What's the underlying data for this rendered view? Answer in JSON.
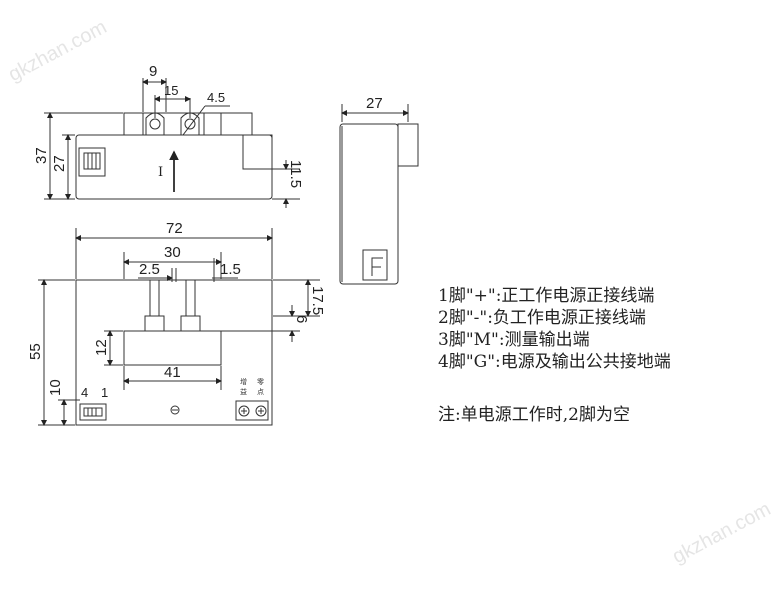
{
  "watermark": "gkzhan.com",
  "front_view": {
    "dims": {
      "d9": "9",
      "d15": "15",
      "d4_5": "4.5",
      "d37": "37",
      "d27": "27",
      "d11_5": "11.5"
    },
    "current_label": "I"
  },
  "side_view": {
    "dims": {
      "d27": "27"
    }
  },
  "bottom_view": {
    "dims": {
      "d72": "72",
      "d30": "30",
      "d2_5": "2.5",
      "d1_5": "1.5",
      "d17_5": "17.5",
      "d6": "6",
      "d55": "55",
      "d12": "12",
      "d41": "41",
      "d10": "10",
      "pin4": "4",
      "pin1": "1"
    },
    "pot_labels": {
      "gain_top": "增",
      "gain_bottom": "益",
      "zero_top": "零",
      "zero_bottom": "点"
    }
  },
  "legend": [
    "1脚\"+\":正工作电源正接线端",
    "2脚\"-\":负工作电源正接线端",
    "3脚\"M\":测量输出端",
    "4脚\"G\":电源及输出公共接地端"
  ],
  "note": "注:单电源工作时,2脚为空"
}
